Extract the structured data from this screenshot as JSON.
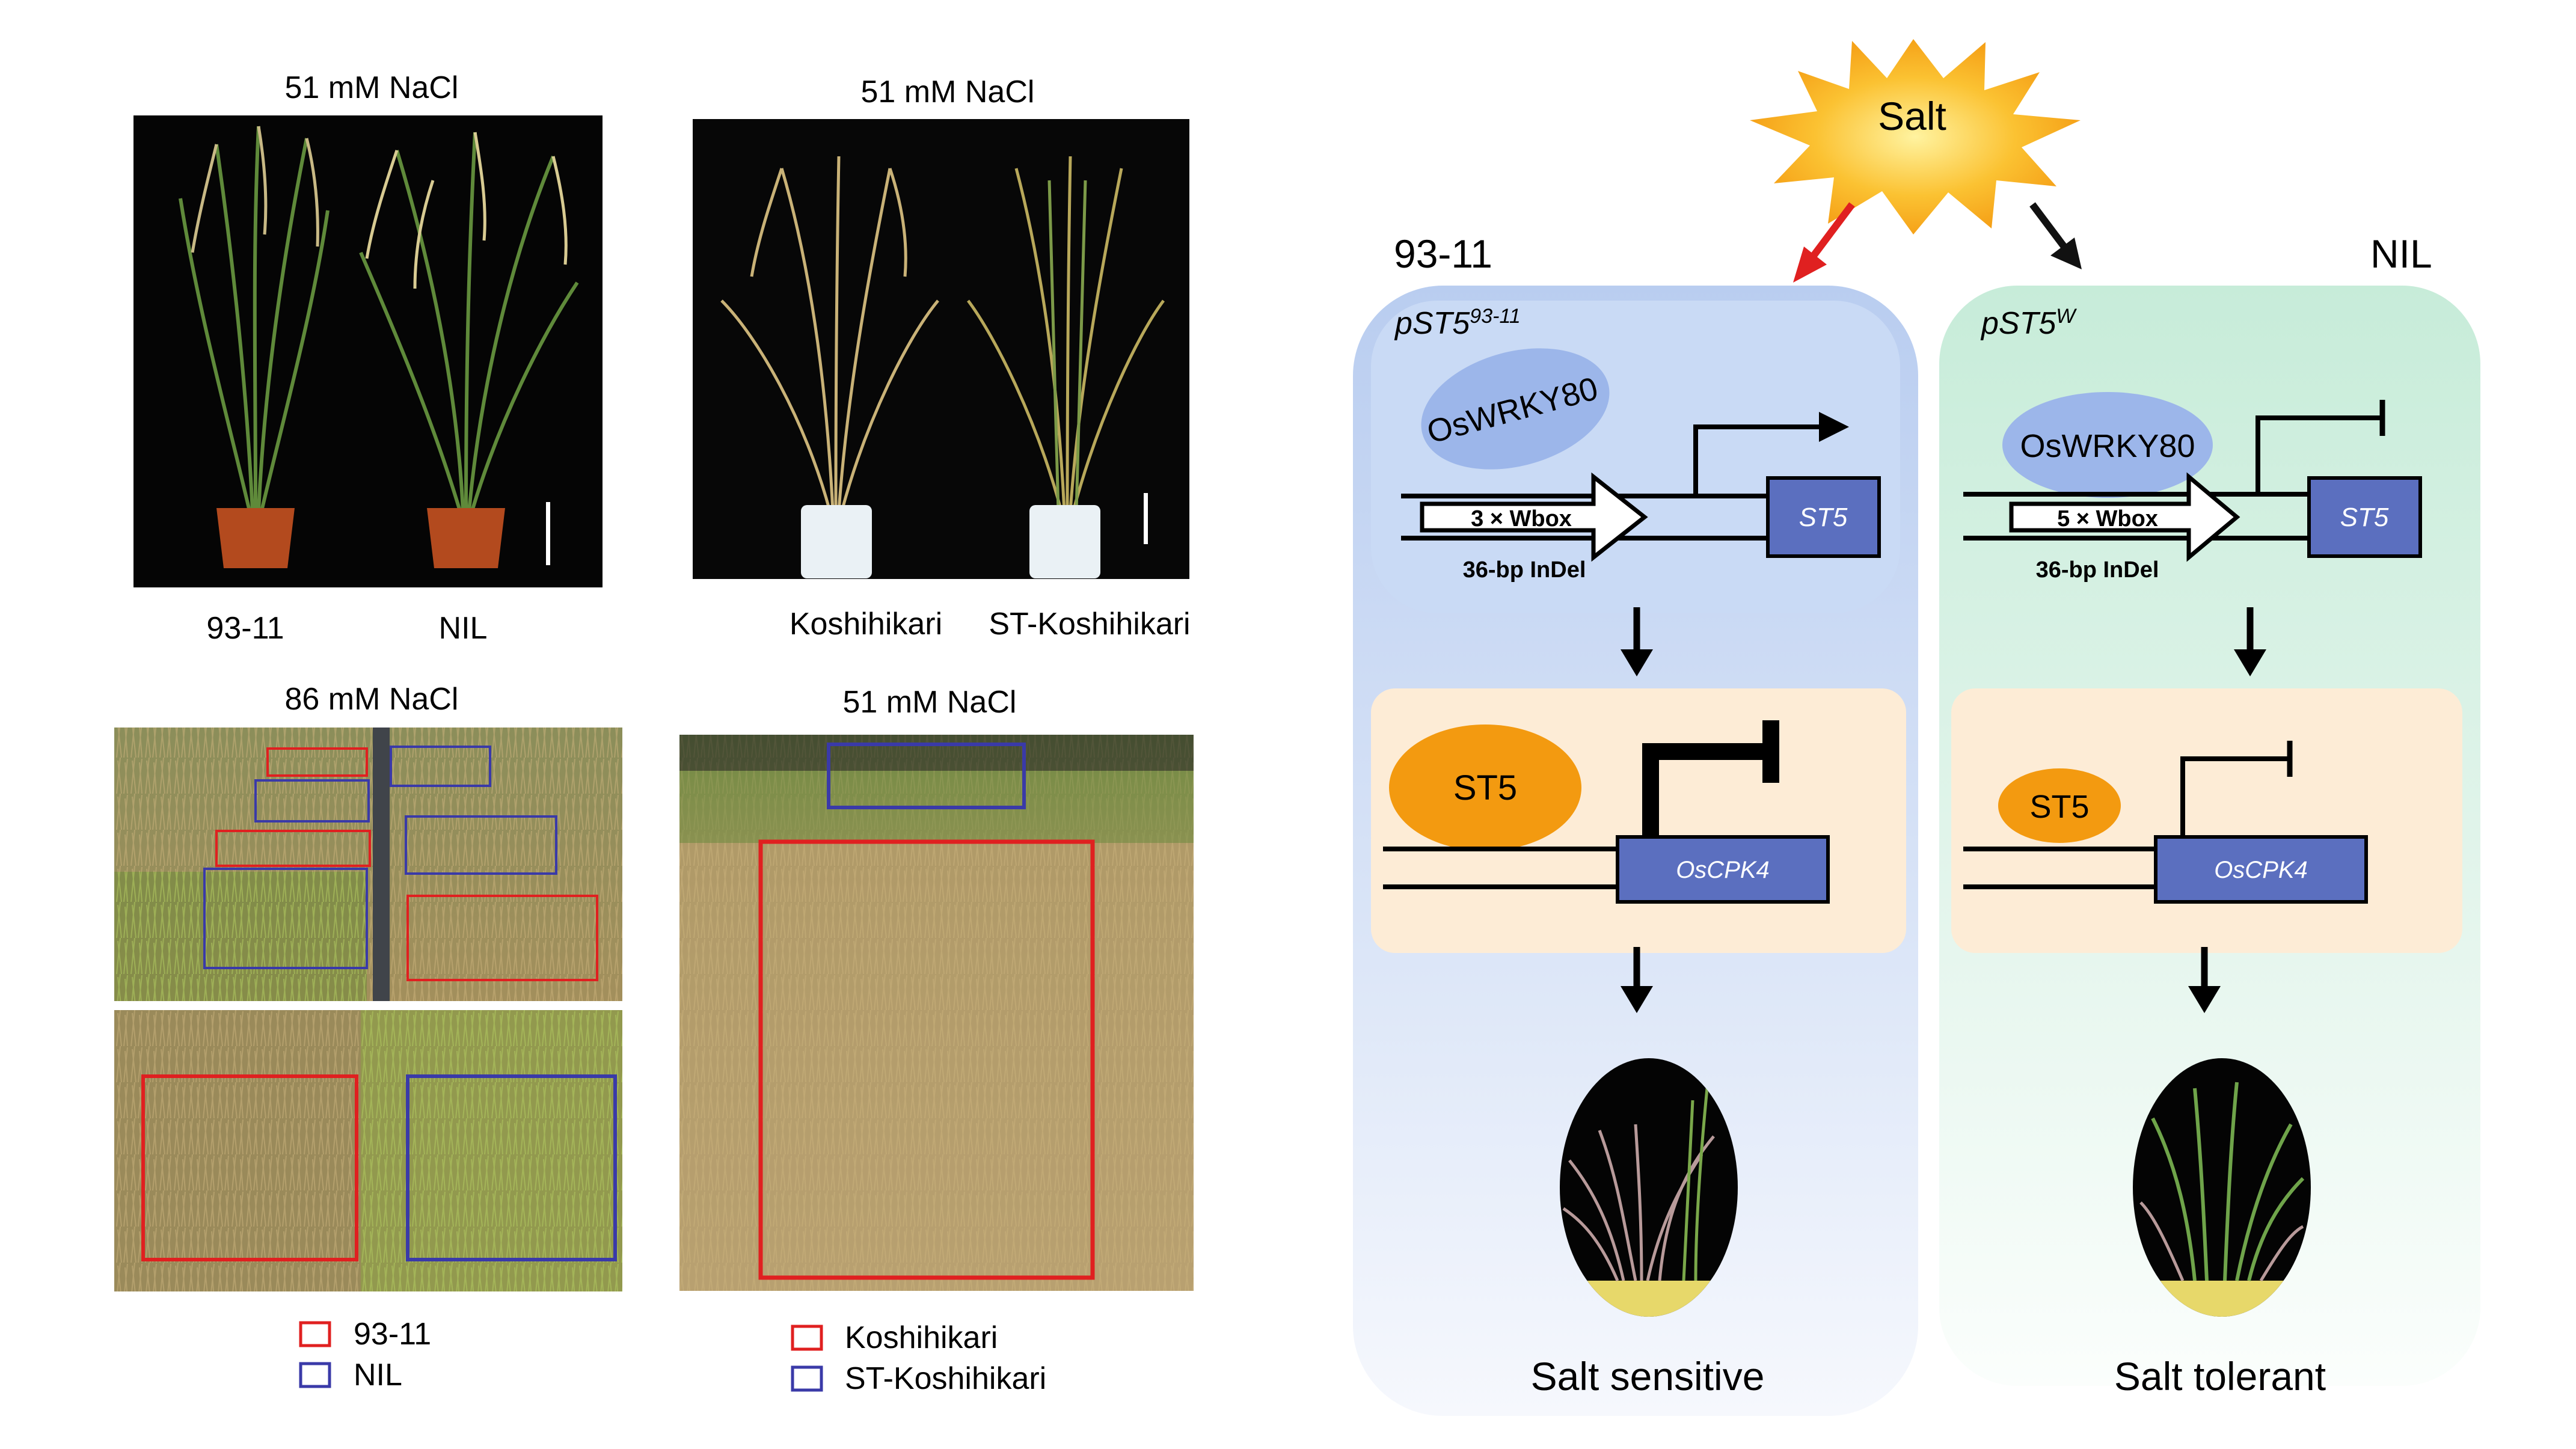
{
  "panels": {
    "top_left": {
      "title": "51 mM NaCl",
      "label_left": "93-11",
      "label_right": "NIL"
    },
    "top_right": {
      "title": "51 mM NaCl",
      "label_left": "Koshihikari",
      "label_right": "ST-Koshihikari"
    },
    "bottom_left": {
      "title": "86 mM NaCl"
    },
    "bottom_right": {
      "title": "51 mM NaCl"
    },
    "legend_left": {
      "items": [
        {
          "label": "93-11",
          "color": "#e02020"
        },
        {
          "label": "NIL",
          "color": "#3a3aa8"
        }
      ]
    },
    "legend_right": {
      "items": [
        {
          "label": "Koshihikari",
          "color": "#e02020"
        },
        {
          "label": "ST-Koshihikari",
          "color": "#3a3aa8"
        }
      ]
    }
  },
  "model": {
    "stimulus": "Salt",
    "left": {
      "genotype": "93-11",
      "promoter_base": "pST5",
      "promoter_sup": "93-11",
      "tf": "OsWRKY80",
      "wbox": "3 × Wbox",
      "indel": "36-bp InDel",
      "gene": "ST5",
      "repressor": "ST5",
      "target": "OsCPK4",
      "outcome": "Salt sensitive",
      "arrow_color": "#e02020"
    },
    "right": {
      "genotype": "NIL",
      "promoter_base": "pST5",
      "promoter_sup": "W",
      "tf": "OsWRKY80",
      "wbox": "5 × Wbox",
      "indel": "36-bp InDel",
      "gene": "ST5",
      "repressor": "ST5",
      "target": "OsCPK4",
      "outcome": "Salt tolerant",
      "arrow_color": "#111111"
    },
    "colors": {
      "left_bg": "#bcd0f0",
      "right_bg": "#cfeedd",
      "tf_fill": "#9cb6ea",
      "gene_fill": "#5b6fbf",
      "st5_fill": "#f39a10",
      "target_panel": "#fdecd6",
      "star_fill": "#f8b020"
    }
  }
}
